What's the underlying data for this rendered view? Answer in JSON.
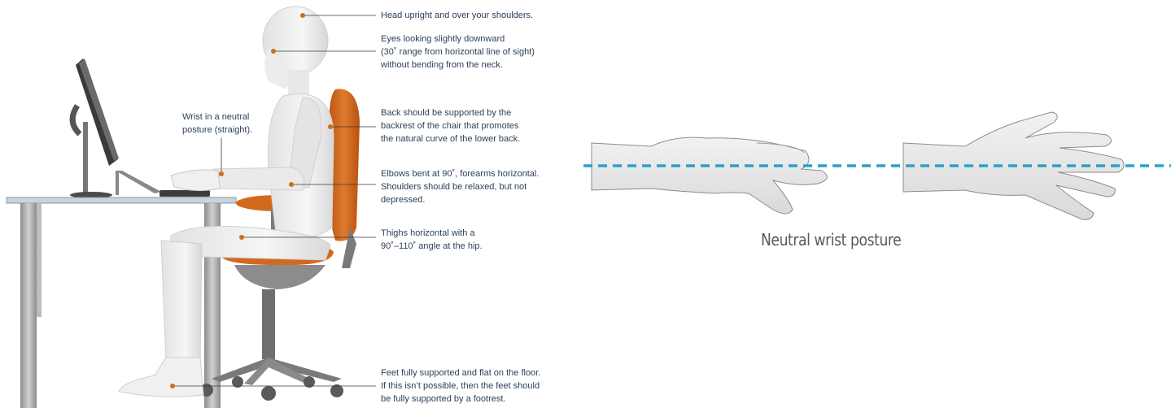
{
  "callouts": {
    "head": [
      "Head upright and over your shoulders."
    ],
    "eyes": [
      "Eyes looking slightly downward",
      "(30˚ range from horizontal line of sight)",
      "without bending from the neck."
    ],
    "wrist": [
      "Wrist in a neutral",
      "posture (straight)."
    ],
    "back": [
      "Back should be supported by the",
      "backrest of the chair that promotes",
      "the natural curve of the lower back."
    ],
    "elbows": [
      "Elbows bent at 90˚, forearms horizontal.",
      "Shoulders should be relaxed, but not",
      "depressed."
    ],
    "thighs": [
      "Thighs horizontal with a",
      "90˚–110˚ angle at the hip."
    ],
    "feet": [
      "Feet fully supported and flat on the floor.",
      "If this isn’t possible, then the feet should",
      "be fully supported by a footrest."
    ]
  },
  "wrist_caption": "Neutral wrist posture",
  "colors": {
    "chair_orange": "#d2691e",
    "callout_dot": "#c8701e",
    "text": "#2a3f5a",
    "guide_line": "#2a9fd0",
    "figure_fill": "#eeeeee",
    "desk_frame": "#9a9a9a"
  }
}
